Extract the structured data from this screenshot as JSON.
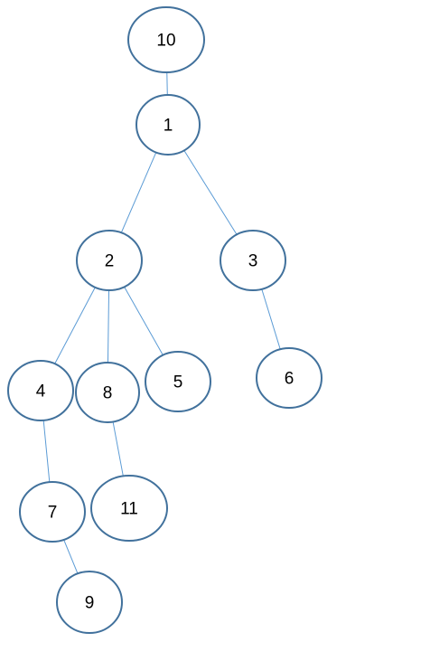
{
  "diagram": {
    "type": "tree",
    "colors": {
      "node_outline": "#41719c",
      "node_fill": "#ffffff",
      "edge": "#5b9bd5",
      "label": "#000000"
    },
    "nodes": [
      {
        "id": "n10",
        "label": "10"
      },
      {
        "id": "n1",
        "label": "1"
      },
      {
        "id": "n2",
        "label": "2"
      },
      {
        "id": "n3",
        "label": "3"
      },
      {
        "id": "n4",
        "label": "4"
      },
      {
        "id": "n8",
        "label": "8"
      },
      {
        "id": "n5",
        "label": "5"
      },
      {
        "id": "n6",
        "label": "6"
      },
      {
        "id": "n7",
        "label": "7"
      },
      {
        "id": "n11",
        "label": "11"
      },
      {
        "id": "n9",
        "label": "9"
      }
    ],
    "edges": [
      {
        "from": "n10",
        "to": "n1"
      },
      {
        "from": "n1",
        "to": "n2"
      },
      {
        "from": "n1",
        "to": "n3"
      },
      {
        "from": "n2",
        "to": "n4"
      },
      {
        "from": "n2",
        "to": "n8"
      },
      {
        "from": "n2",
        "to": "n5"
      },
      {
        "from": "n3",
        "to": "n6"
      },
      {
        "from": "n4",
        "to": "n7"
      },
      {
        "from": "n8",
        "to": "n11"
      },
      {
        "from": "n7",
        "to": "n9"
      }
    ]
  }
}
